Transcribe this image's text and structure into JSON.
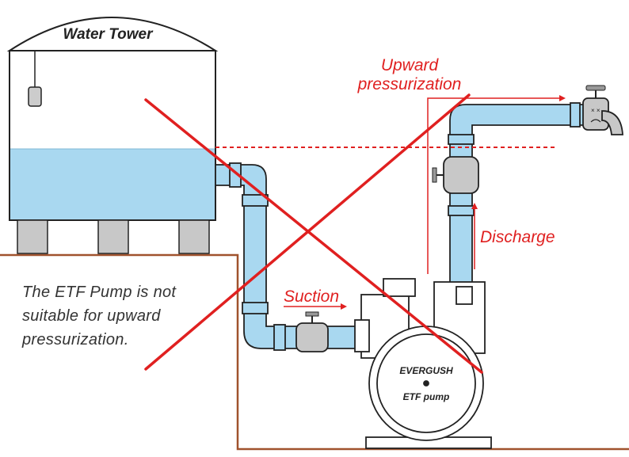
{
  "colors": {
    "water": "#a9d8f0",
    "outline": "#222222",
    "alert_red": "#e02020",
    "ground": "#a0522d",
    "metal": "#b9b9b9"
  },
  "tower": {
    "title": "Water Tower"
  },
  "labels": {
    "upward_line1": "Upward",
    "upward_line2": "pressurization",
    "discharge": "Discharge",
    "suction": "Suction"
  },
  "pump": {
    "brand": "EVERGUSH",
    "model": "ETF pump"
  },
  "caption": {
    "line1": "The ETF Pump is not",
    "line2": "suitable for upward",
    "line3": "pressurization."
  },
  "icons": [
    "faucet-icon",
    "valve-icon",
    "pump-icon",
    "float-switch-icon",
    "cross-mark-icon"
  ]
}
